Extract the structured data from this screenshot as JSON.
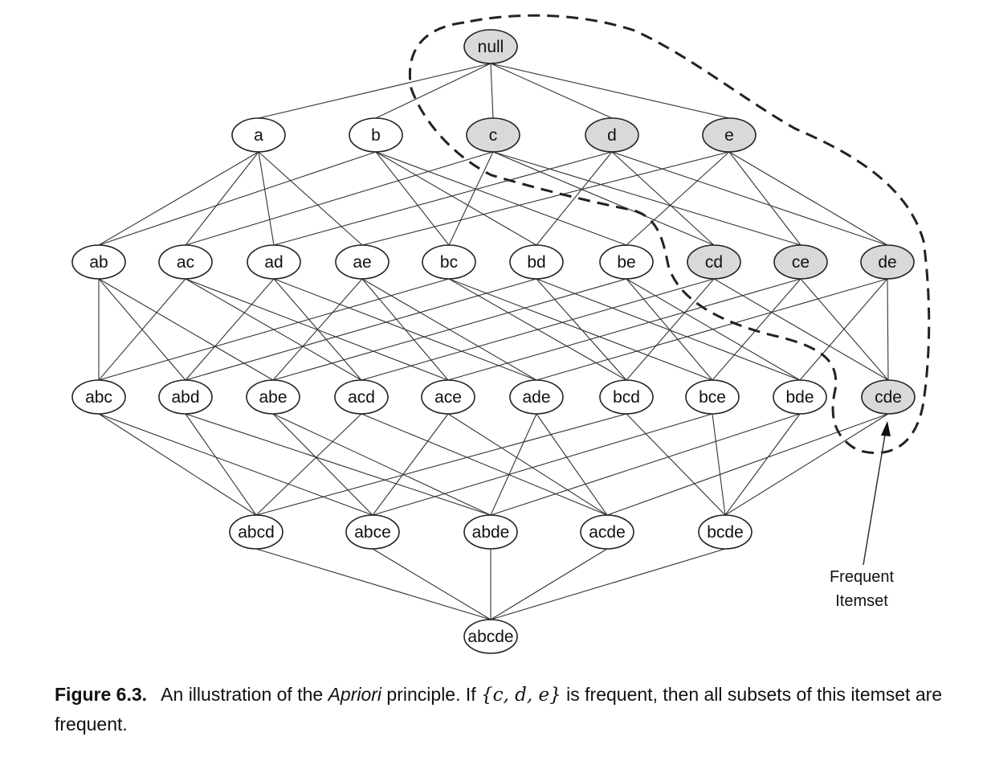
{
  "diagram": {
    "top_node": "null",
    "levels": [
      [
        "null"
      ],
      [
        "a",
        "b",
        "c",
        "d",
        "e"
      ],
      [
        "ab",
        "ac",
        "ad",
        "ae",
        "bc",
        "bd",
        "be",
        "cd",
        "ce",
        "de"
      ],
      [
        "abc",
        "abd",
        "abe",
        "acd",
        "ace",
        "ade",
        "bcd",
        "bce",
        "bde",
        "cde"
      ],
      [
        "abcd",
        "abce",
        "abde",
        "acde",
        "bcde"
      ],
      [
        "abcde"
      ]
    ],
    "highlighted_itemsets": [
      "null",
      "c",
      "d",
      "e",
      "cd",
      "ce",
      "de",
      "cde"
    ],
    "annotation": {
      "line1": "Frequent",
      "line2": "Itemset",
      "points_to": "cde"
    },
    "colors": {
      "highlight_fill": "#d9d9d9",
      "normal_fill": "#ffffff",
      "stroke": "#222222"
    }
  },
  "caption": {
    "label": "Figure 6.3.",
    "text_before_italic": "An illustration of the ",
    "italic_word": "Apriori",
    "text_middle": " principle.  If ",
    "math": "{c, d, e}",
    "text_after": " is frequent, then all subsets of this itemset are frequent."
  }
}
